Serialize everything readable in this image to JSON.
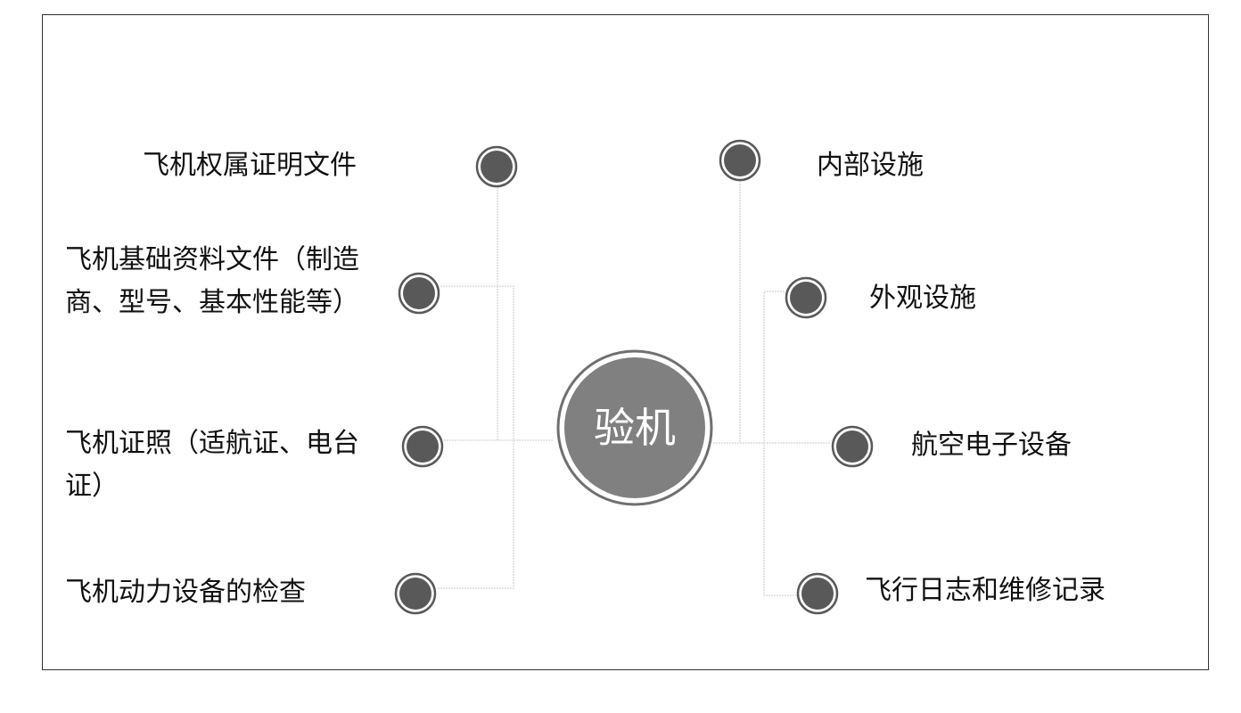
{
  "center": {
    "label": "验机"
  },
  "left_items": [
    {
      "label": "飞机权属证明文件"
    },
    {
      "label": "飞机基础资料文件（制造商、型号、基本性能等）"
    },
    {
      "label": "飞机证照（适航证、电台证）"
    },
    {
      "label": "飞机动力设备的检查"
    }
  ],
  "right_items": [
    {
      "label": "内部设施"
    },
    {
      "label": "外观设施"
    },
    {
      "label": "航空电子设备"
    },
    {
      "label": "飞行日志和维修记录"
    }
  ],
  "colors": {
    "node": "#595959",
    "center": "#808080",
    "line": "#c8c8c8"
  }
}
